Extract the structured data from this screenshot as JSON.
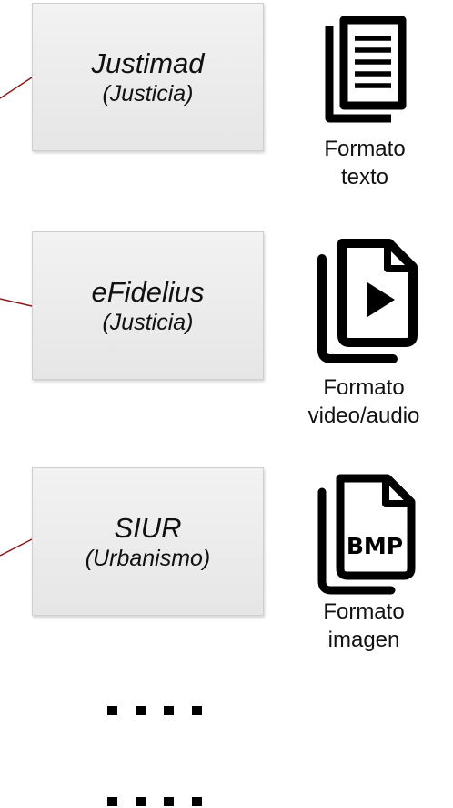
{
  "colors": {
    "connector": "#8b1a1a",
    "box_fill": "#ececec",
    "icon": "#000000"
  },
  "rows": [
    {
      "system": "Justimad",
      "area": "(Justicia)",
      "format_line1": "Formato",
      "format_line2": "texto",
      "icon": "document-icon"
    },
    {
      "system": "eFidelius",
      "area": "(Justicia)",
      "format_line1": "Formato",
      "format_line2": "video/audio",
      "icon": "video-file-icon"
    },
    {
      "system": "SIUR",
      "area": "(Urbanismo)",
      "format_line1": "Formato",
      "format_line2": "imagen",
      "icon": "image-file-icon",
      "icon_text": "BMP"
    }
  ],
  "continuation": "...."
}
